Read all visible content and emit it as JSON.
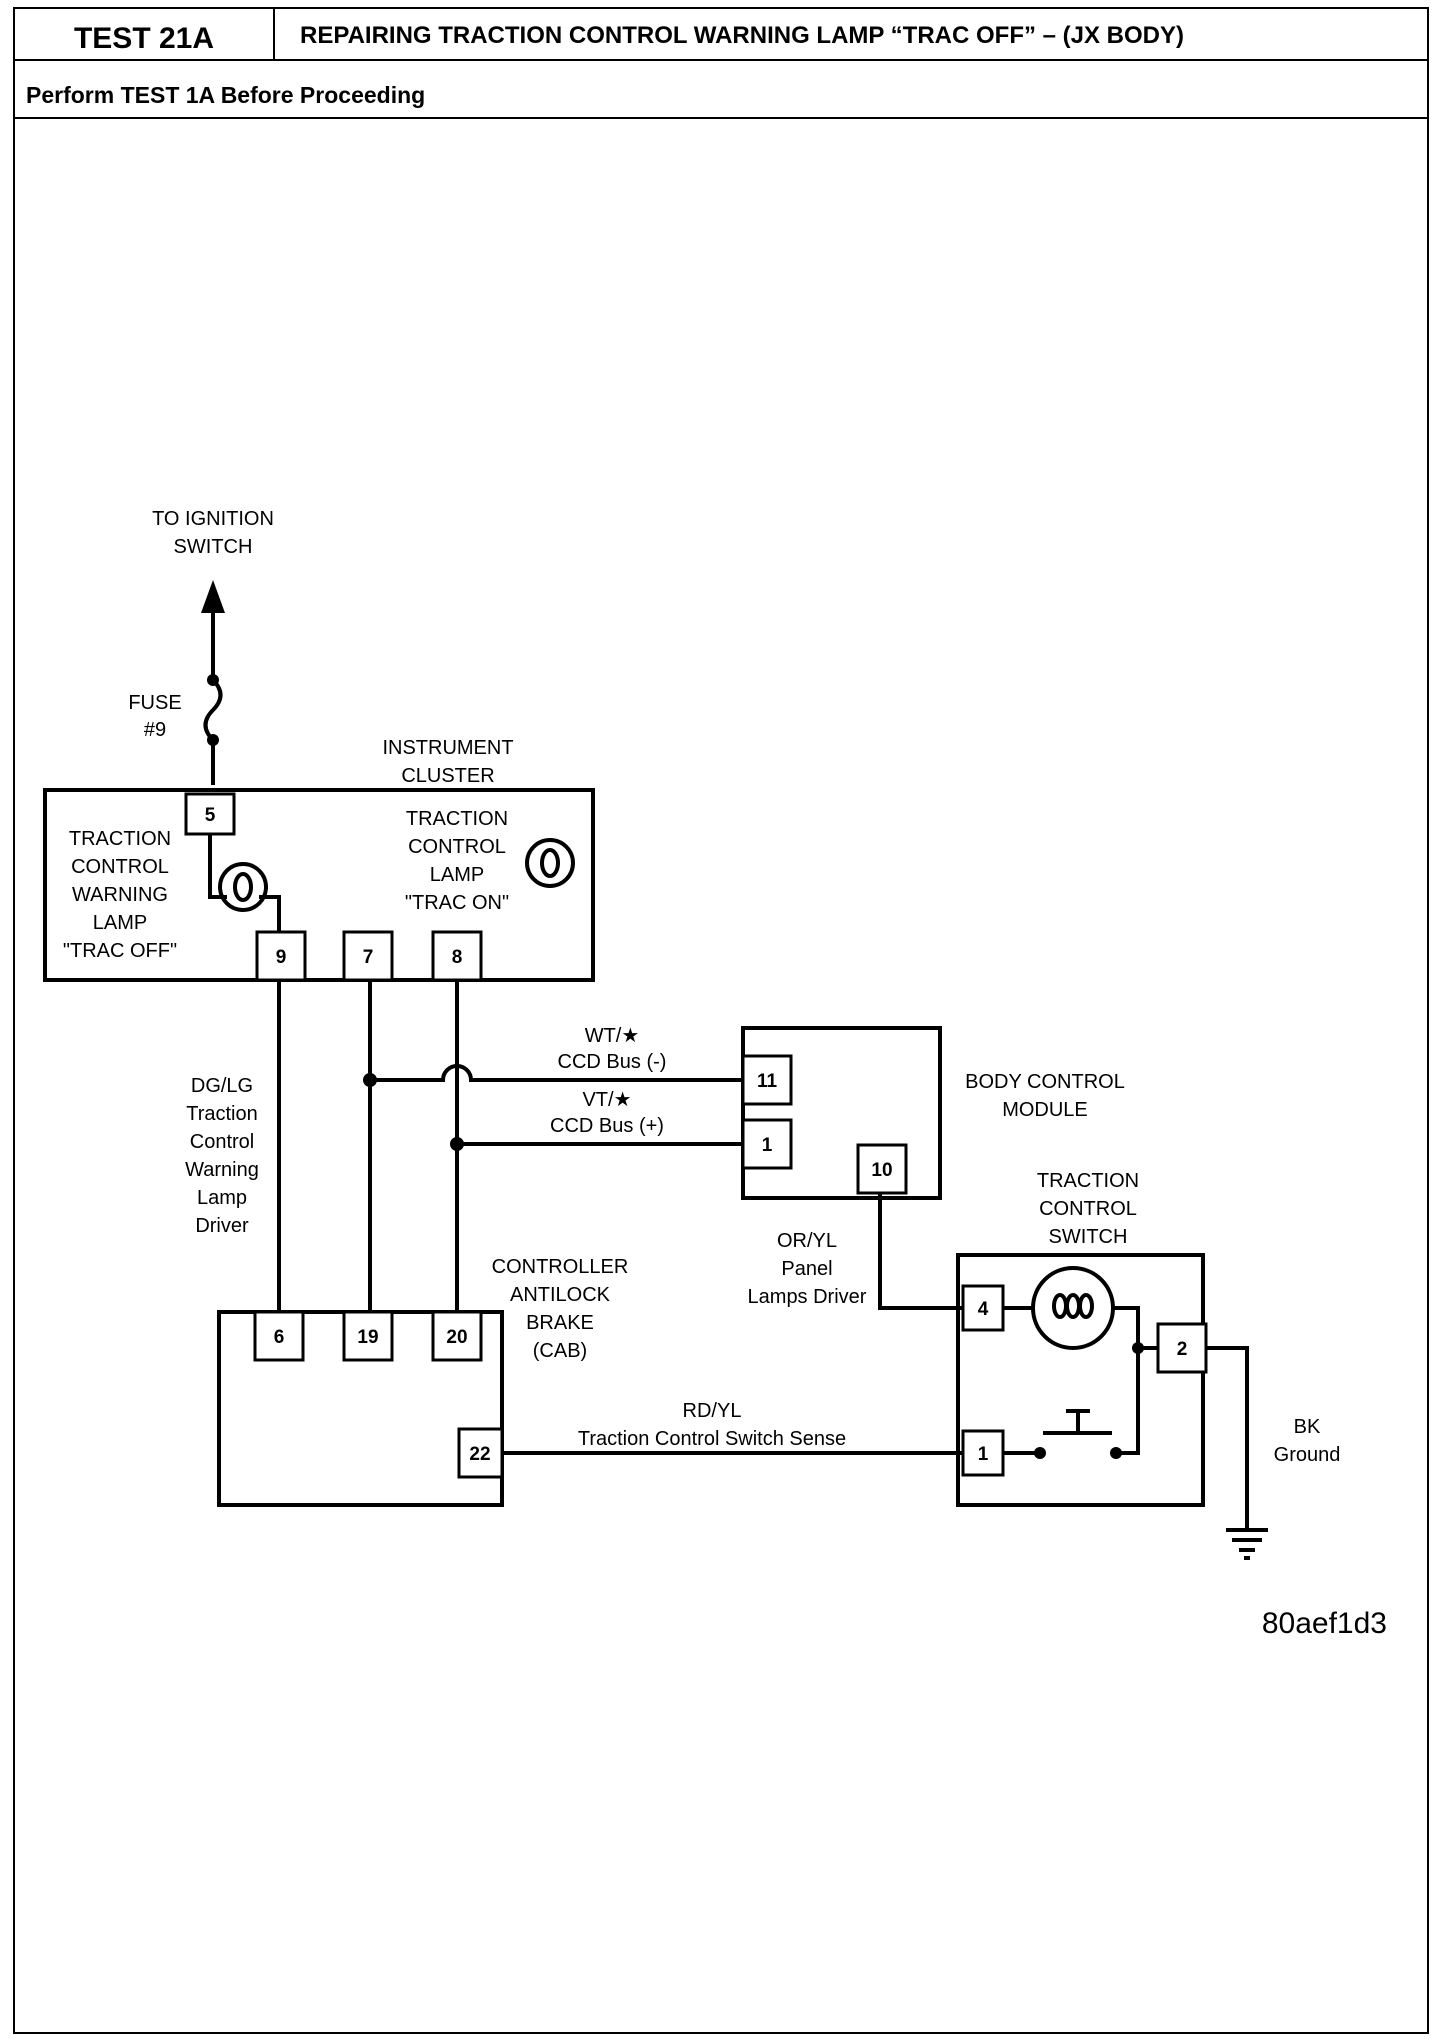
{
  "header": {
    "test_id": "TEST 21A",
    "title": "REPAIRING TRACTION CONTROL WARNING LAMP “TRAC OFF” – (JX BODY)",
    "subtitle": "Perform TEST 1A Before Proceeding"
  },
  "labels": {
    "ignition": [
      "TO IGNITION",
      "SWITCH"
    ],
    "fuse": [
      "FUSE",
      "#9"
    ],
    "instrument_cluster": [
      "INSTRUMENT",
      "CLUSTER"
    ],
    "trac_off_lamp": [
      "TRACTION",
      "CONTROL",
      "WARNING",
      "LAMP",
      "\"TRAC OFF\""
    ],
    "trac_on_lamp": [
      "TRACTION",
      "CONTROL",
      "LAMP",
      "\"TRAC ON\""
    ],
    "ccd_minus": [
      "WT/★",
      "CCD Bus (-)"
    ],
    "ccd_plus": [
      "VT/★",
      "CCD Bus (+)"
    ],
    "bcm": [
      "BODY CONTROL",
      "MODULE"
    ],
    "dglg": [
      "DG/LG",
      "Traction",
      "Control",
      "Warning",
      "Lamp",
      "Driver"
    ],
    "oryl": [
      "OR/YL",
      "Panel",
      "Lamps Driver"
    ],
    "tcs_switch": [
      "TRACTION",
      "CONTROL",
      "SWITCH"
    ],
    "cab": [
      "CONTROLLER",
      "ANTILOCK",
      "BRAKE",
      "(CAB)"
    ],
    "rdyl": [
      "RD/YL",
      "Traction Control Switch Sense"
    ],
    "ground": [
      "BK",
      "Ground"
    ]
  },
  "pins": {
    "ic_5": "5",
    "ic_9": "9",
    "ic_7": "7",
    "ic_8": "8",
    "bcm_11": "11",
    "bcm_1": "1",
    "bcm_10": "10",
    "cab_6": "6",
    "cab_19": "19",
    "cab_20": "20",
    "cab_22": "22",
    "sw_4": "4",
    "sw_1": "1",
    "sw_2": "2"
  },
  "figure_code": "80aef1d3"
}
